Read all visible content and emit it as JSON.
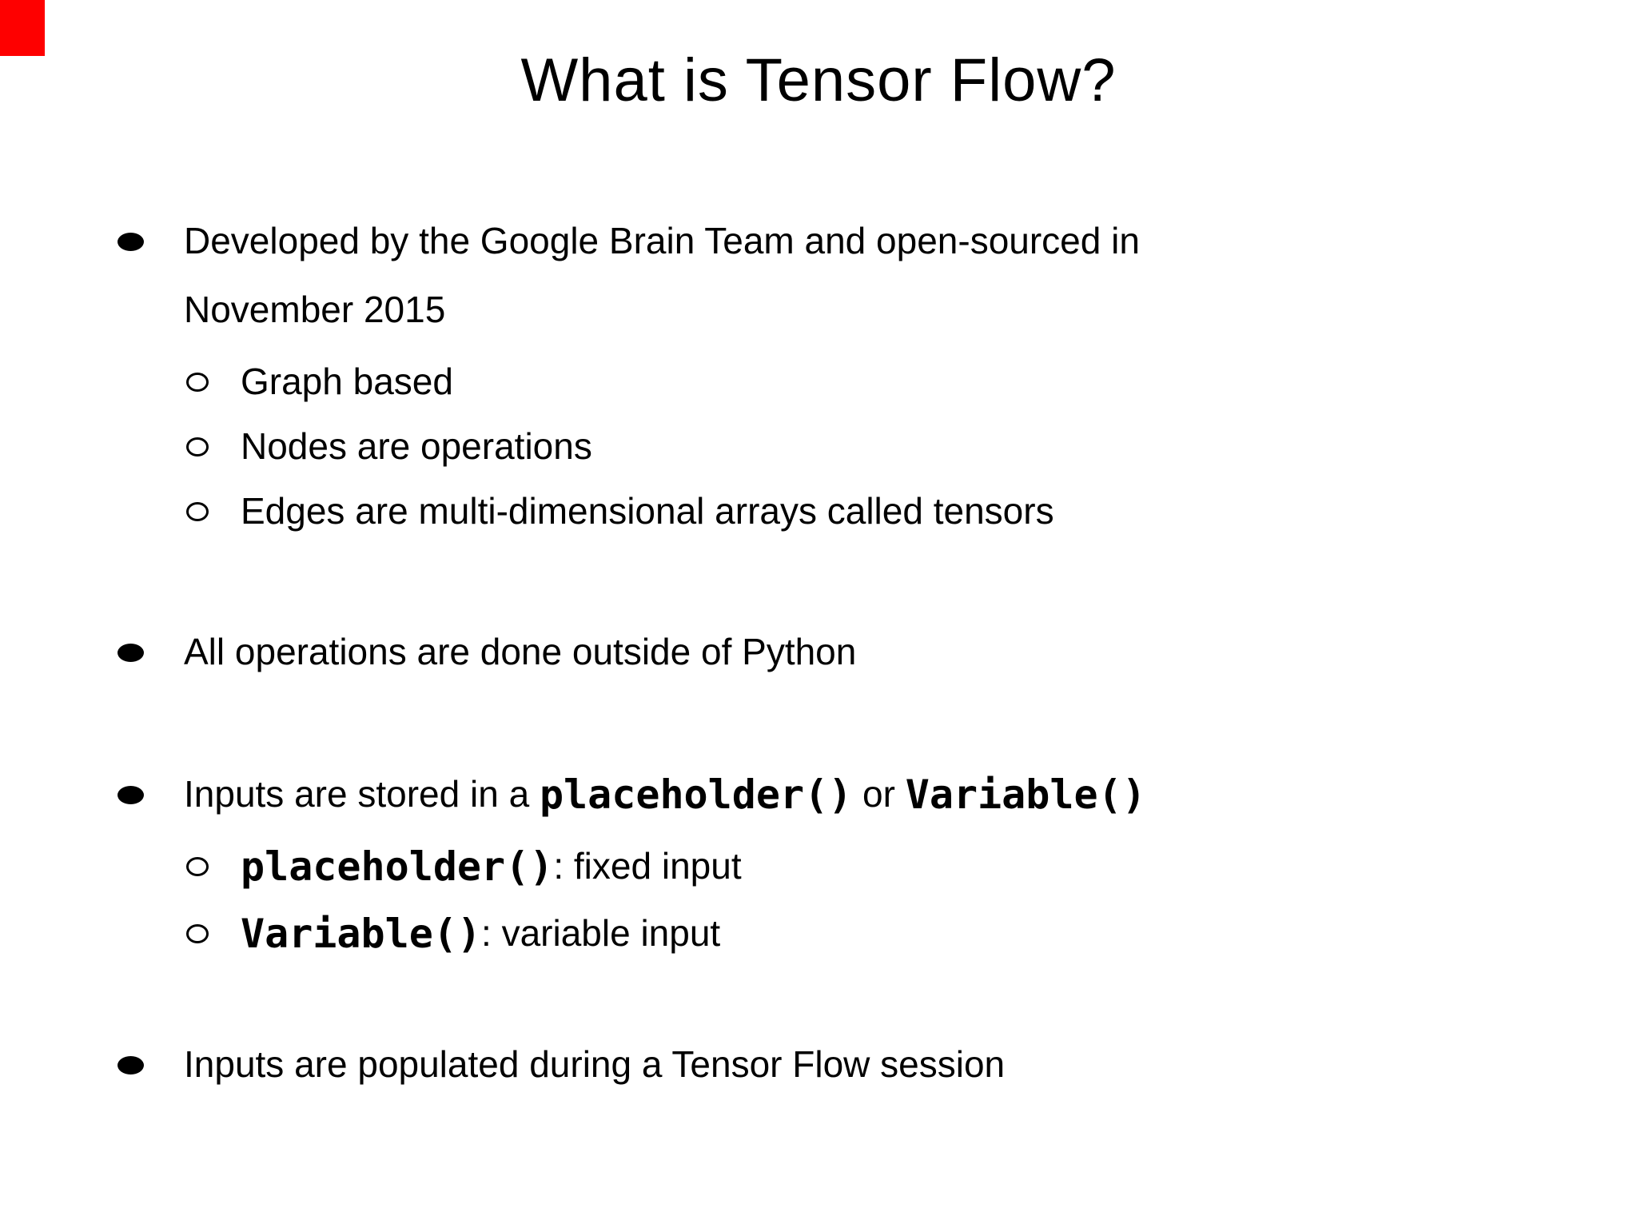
{
  "slide": {
    "title": "What is Tensor Flow?",
    "colors": {
      "background": "#ffffff",
      "text": "#000000",
      "corner_marker": "#fe0000"
    }
  },
  "content": {
    "bullet1": {
      "line1": "Developed by the Google Brain Team and open-sourced in",
      "line2": "November 2015",
      "subs": [
        "Graph based",
        "Nodes are operations",
        "Edges are multi-dimensional arrays called tensors"
      ]
    },
    "bullet2": "All operations are done outside of Python",
    "bullet3": {
      "pre": "Inputs are stored in a ",
      "code1": "placeholder()",
      "mid": " or ",
      "code2": "Variable()",
      "subs": [
        {
          "code": "placeholder()",
          "text": ": fixed input"
        },
        {
          "code": "Variable()",
          "text": ": variable input"
        }
      ]
    },
    "bullet4": "Inputs are populated during a Tensor Flow session"
  }
}
